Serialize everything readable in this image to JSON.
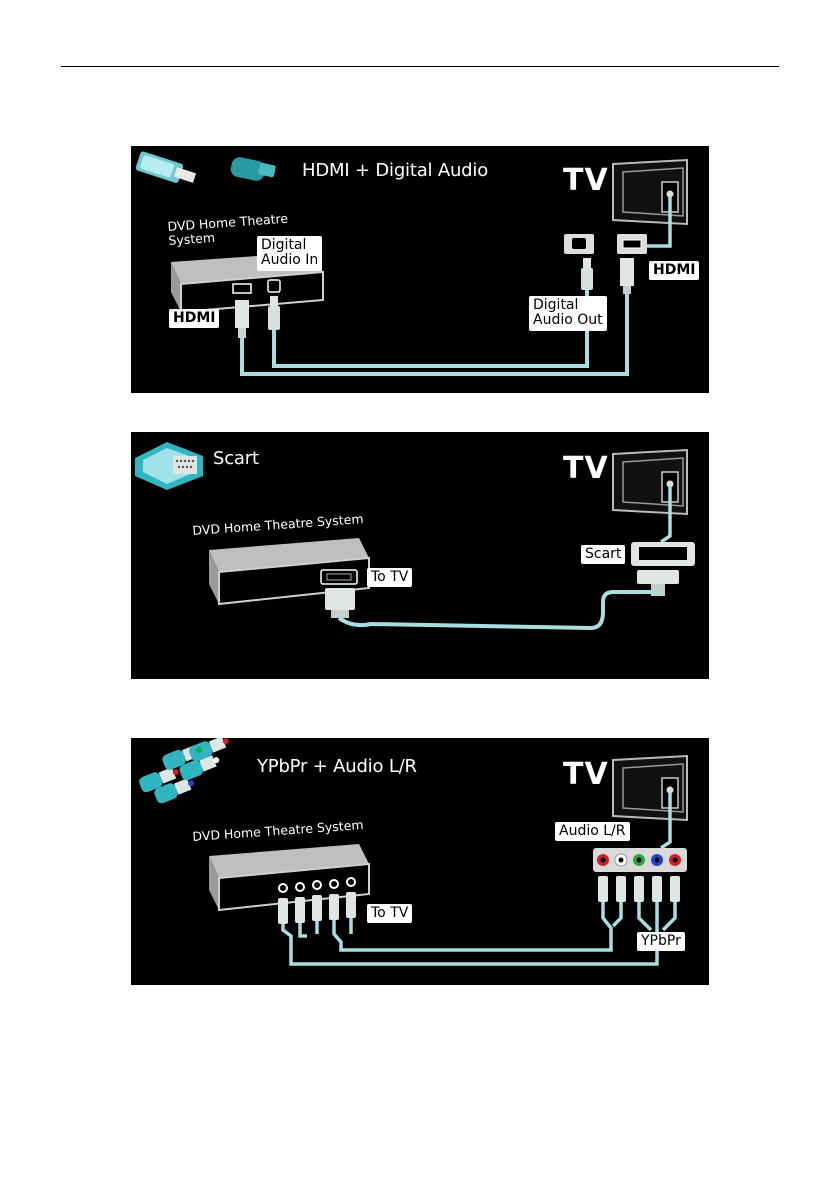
{
  "panel_hdmi": {
    "title": "HDMI + Digital Audio",
    "tv": "TV",
    "device": "DVD Home Theatre System",
    "device_line1": "DVD Home Theatre",
    "device_line2": "System",
    "digital_audio_in_line1": "Digital",
    "digital_audio_in_line2": "Audio In",
    "digital_audio_out_line1": "Digital",
    "digital_audio_out_line2": "Audio Out",
    "hdmi_left": "HDMI",
    "hdmi_right": "HDMI"
  },
  "panel_scart": {
    "title": "Scart",
    "tv": "TV",
    "device": "DVD Home Theatre System",
    "to_tv": "To TV",
    "scart": "Scart"
  },
  "panel_ypbpr": {
    "title": "YPbPr + Audio L/R",
    "tv": "TV",
    "device": "DVD Home Theatre System",
    "to_tv": "To TV",
    "audio_lr": "Audio L/R",
    "ypbpr": "YPbPr"
  },
  "colors": {
    "cable": "#a9dee0",
    "box": "#d9d9d9",
    "connector": "#dfe7e7",
    "accent_cyan": "#33c8d0",
    "jack_red": "#cc2222",
    "jack_green": "#22aa44",
    "jack_blue": "#2244cc"
  },
  "icons": [
    "hdmi-plug-icon",
    "optical-plug-icon",
    "scart-plug-icon",
    "rca-plugs-icon",
    "tv-icon"
  ]
}
